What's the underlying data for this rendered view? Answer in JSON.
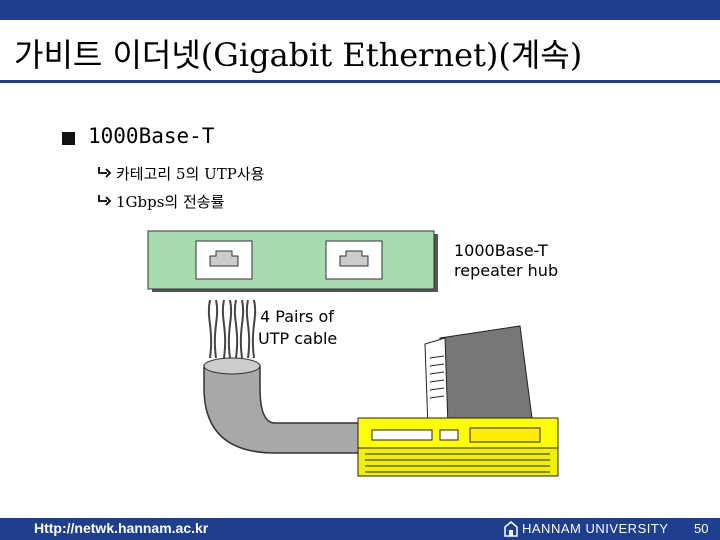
{
  "slide": {
    "title": "가비트 이더넷(Gigabit Ethernet)(계속)",
    "bullet": "1000Base-T",
    "sub_bullets": [
      "카테고리 5의 UTP사용",
      "1Gbps의 전송률"
    ]
  },
  "diagram": {
    "hub_label_line1": "1000Base-T",
    "hub_label_line2": "repeater hub",
    "cable_label_line1": "4 Pairs of",
    "cable_label_line2": "UTP cable"
  },
  "footer": {
    "url": "Http://netwk.hannam.ac.kr",
    "university": "HANNAM  UNIVERSITY",
    "page": "50"
  },
  "colors": {
    "brand_blue": "#1e3f8f",
    "hub_green": "#a8dcb0",
    "pc_yellow": "#ffff00",
    "cable_gray": "#a8a8a8"
  }
}
